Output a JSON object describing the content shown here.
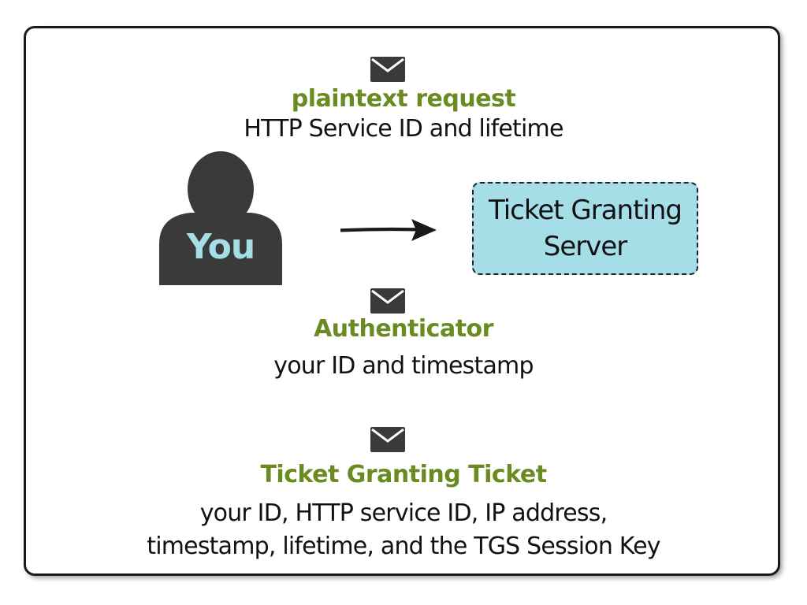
{
  "colors": {
    "accent_green": "#6a8a22",
    "icon_dark": "#3a3a3a",
    "you_text": "#a6dee7",
    "server_fill": "#a6dee7"
  },
  "icons": {
    "message": "envelope-icon",
    "user": "person-icon",
    "flow": "arrow-right-icon"
  },
  "request": {
    "title": "plaintext request",
    "description": "HTTP Service ID and lifetime"
  },
  "user": {
    "label": "You"
  },
  "server": {
    "line1": "Ticket Granting",
    "line2": "Server"
  },
  "authenticator": {
    "title": "Authenticator",
    "description": "your ID and timestamp"
  },
  "tgt": {
    "title": "Ticket Granting Ticket",
    "description_line1": "your ID, HTTP service ID, IP address,",
    "description_line2": "timestamp, lifetime, and the TGS Session Key"
  }
}
